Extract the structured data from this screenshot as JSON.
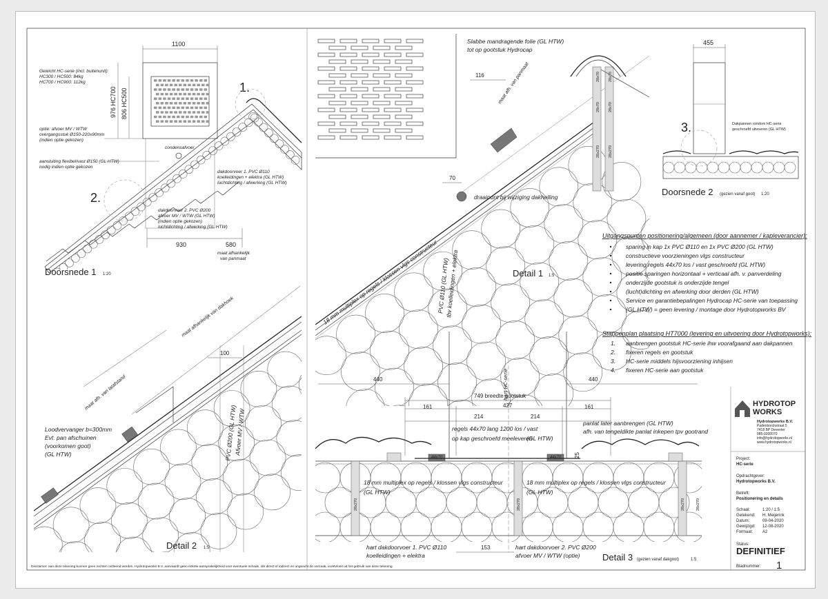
{
  "sections": {
    "s1": {
      "title": "Doorsnede 1",
      "scale": "1:20",
      "dims": [
        "1100",
        "976 HC700",
        "806 HC500",
        "930",
        "580"
      ],
      "notes": [
        "Gewicht HC-serie (incl. buitenunit):",
        "HC300 / HC500: 84kg",
        "HC700 / HC900: 112kg",
        "optie: afvoer MV / WTW",
        "overgangsstuk Ø150-220x90mm",
        "(indien optie gekozen)",
        "aansluiting flexibel/vast Ø150 (GL HTW)",
        "nodig indien optie gekozen",
        "condensafvoer",
        "dakdoorvoer 1. PVC Ø110",
        "koelleidingen + elektra (GL HTW)",
        "luchtdichting / afwerking (GL HTW)",
        "dakdoorvoer 2. PVC Ø200",
        "afvoer MV / WTW (GL HTW)",
        "(indien optie gekozen)",
        "luchtdichting / afwerking (GL HTW)",
        "maat afhankelijk",
        "van panmaat"
      ],
      "markers": [
        "1.",
        "2."
      ]
    },
    "s2": {
      "title": "Detail 2",
      "scale": "1:5",
      "dim": "100",
      "notes": [
        "Loodvervanger b=300mm",
        "Evt. pan afschuinen",
        "(voorkomen goot)",
        "(GL HTW)",
        "maat afhankelijk van dakhoek",
        "maat afh. van latafstand",
        "PVC Ø200 (GL HTW)",
        "Afvoer MV / WTW"
      ]
    },
    "d1": {
      "title": "Detail 1",
      "scale": "1:5",
      "dims": [
        "116",
        "70"
      ],
      "notes": [
        "Slabbe mandragende folie (GL HTW)",
        "tot op gootstuk Hydrocap",
        "maat afh. van panmaat",
        "draaipunt bij wijziging dakhelling",
        "18 mm multiplex op regels / klossen vlgs constructeur",
        "PVC Ø110 (GL HTW)",
        "tbv koelleidingen + elektra"
      ],
      "battens": [
        "28x70",
        "28x70",
        "28x70",
        "28x70",
        "28x270",
        "28x270"
      ]
    },
    "s2b": {
      "title": "Doorsnede 2",
      "subtitle": "(gezien vanaf goot)",
      "scale": "1:20",
      "dim": "455",
      "marker": "3.",
      "notes": [
        "Dakpannen rondom HC-serie",
        "geschroefd uitvoeren (GL HTW)"
      ]
    },
    "uitgang": {
      "heading": "Uitgangspunten positionering/algemeen (door aannemer / kapleverancier):",
      "items": [
        "sparing in kap 1x PVC Ø110 en 1x PVC Ø200 (GL HTW)",
        "constructieve voorzieningen vlgs constructeur",
        "levering regels 44x70 los / vast geschroefd (GL HTW)",
        "positie sparingen horizontaal + verticaal afh. v. panverdeling",
        "onderzijde gootstuk is onderzijde tengel",
        "(lucht)dichting en afwerking door derden (GL HTW)",
        "Service en garantiebepalingen Hydrocap HC-serie van toepassing",
        "(GL HTW) = geen levering / montage door Hydrotopworks BV"
      ]
    },
    "stappen": {
      "heading": "Stappenplan plaatsing HT7000 (levering en uitvoering door Hydrotopworks):",
      "items": [
        {
          "n": "1.",
          "t": "aanbrengen gootstuk HC-serie ihw voorafgaand aan dakpannen"
        },
        {
          "n": "2.",
          "t": "fixeren regels en gootstuk"
        },
        {
          "n": "3.",
          "t": "HC-serie middels hijsvoorziening inhijsen"
        },
        {
          "n": "4.",
          "t": "fixeren HC-serie aan gootstuk"
        }
      ]
    },
    "d3": {
      "title": "Detail 3",
      "subtitle": "(gezien vanaf dakgoot)",
      "scale": "1:5",
      "dims": [
        "440",
        "440",
        "749 breedte gootstuk",
        "427",
        "161",
        "161",
        "214",
        "214",
        "25",
        "153"
      ],
      "labels": [
        "hart HC-serie",
        "regels 44x70 lang 1200 los / vast",
        "op kap geschroefd meeleveren",
        "(GL HTW)",
        "panlat later aanbrengen (GL HTW)",
        "afh. van tengeldikte panlat inkepen tpv gootrand",
        "44x70",
        "44x70",
        "18 mm multiplex op regels / klossen vlgs constructeur",
        "(GL HTW)",
        "18 mm multiplex op regels / klossen vlgs constructeur",
        "(GL HTW)",
        "hart dakdoorvoer 1. PVC Ø110",
        "koelleidingen + elektra",
        "hart dakdoorvoer 2. PVC Ø200",
        "afvoer MV / WTW (optie)",
        "28x270",
        "28x270",
        "28x270",
        "28x270"
      ]
    }
  },
  "titleblock": {
    "logo_line1": "HYDROTOP",
    "logo_line2": "WORKS",
    "company": "Hydrotopworks B.V.",
    "address": [
      "Padenborchstraat 5",
      "7418 BP Deventer",
      "085-0300070",
      "info@hydrotopworks.nl",
      "www.hydrotopworks.nl"
    ],
    "project_label": "Project:",
    "project": "HC-serie",
    "client_label": "Opdrachtgever:",
    "client": "Hydrotopworks B.V.",
    "subject_label": "Betreft:",
    "subject": "Positionering en details",
    "meta": [
      {
        "k": "Schaal:",
        "v": "1:20 / 1:5"
      },
      {
        "k": "Getekend:",
        "v": "H. Meijerink"
      },
      {
        "k": "Datum:",
        "v": "09-04-2020"
      },
      {
        "k": "Gewijzigd:",
        "v": "12-08-2020"
      },
      {
        "k": "Formaat:",
        "v": "A2"
      }
    ],
    "status_label": "Status:",
    "status": "DEFINITIEF",
    "sheet_label": "Bladnummer:",
    "sheet": "1"
  },
  "disclaimer": "Disclaimer: aan deze tekening kunnen geen rechten ontleend worden. Hydrotopworks B.V. aanvaardt geen enkele aansprakelijkheid voor eventuele schade, die direct of indirect en ongeacht de oorzaak, voortvloeit uit het gebruik van deze tekening."
}
